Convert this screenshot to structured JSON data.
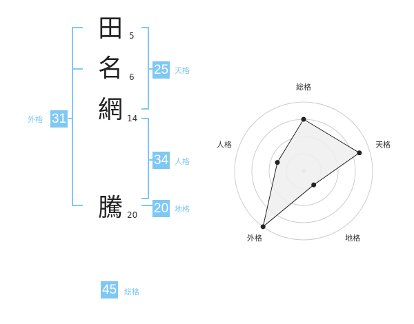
{
  "name_chars": [
    {
      "char": "田",
      "strokes": "5"
    },
    {
      "char": "名",
      "strokes": "6"
    },
    {
      "char": "網",
      "strokes": "14"
    },
    {
      "char": "騰",
      "strokes": "20"
    }
  ],
  "kakusu": {
    "tenkaku": {
      "label": "天格",
      "value": "25"
    },
    "jinkaku": {
      "label": "人格",
      "value": "34"
    },
    "chikaku": {
      "label": "地格",
      "value": "20"
    },
    "gaikaku": {
      "label": "外格",
      "value": "31"
    },
    "soukaku": {
      "label": "総格",
      "value": "45"
    }
  },
  "colors": {
    "accent": "#7ec8f3",
    "polygon_fill": "#efefef",
    "ring": "#cccccc"
  },
  "chart_data": {
    "type": "radar",
    "axes": [
      "総格",
      "天格",
      "地格",
      "外格",
      "人格"
    ],
    "values": [
      0.75,
      0.85,
      0.25,
      1.0,
      0.4
    ],
    "rings": 4
  }
}
